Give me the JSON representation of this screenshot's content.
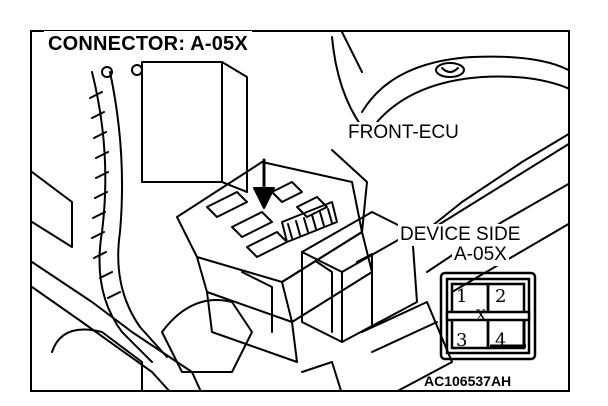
{
  "diagram": {
    "title": "CONNECTOR: A-05X",
    "label_front_ecu": "FRONT-ECU",
    "label_device_side": "DEVICE SIDE",
    "label_connector_id": "A-05X",
    "figure_code": "AC106537AH"
  },
  "connector": {
    "pins": [
      "1",
      "2",
      "3",
      "4"
    ],
    "center_mark": "X"
  }
}
